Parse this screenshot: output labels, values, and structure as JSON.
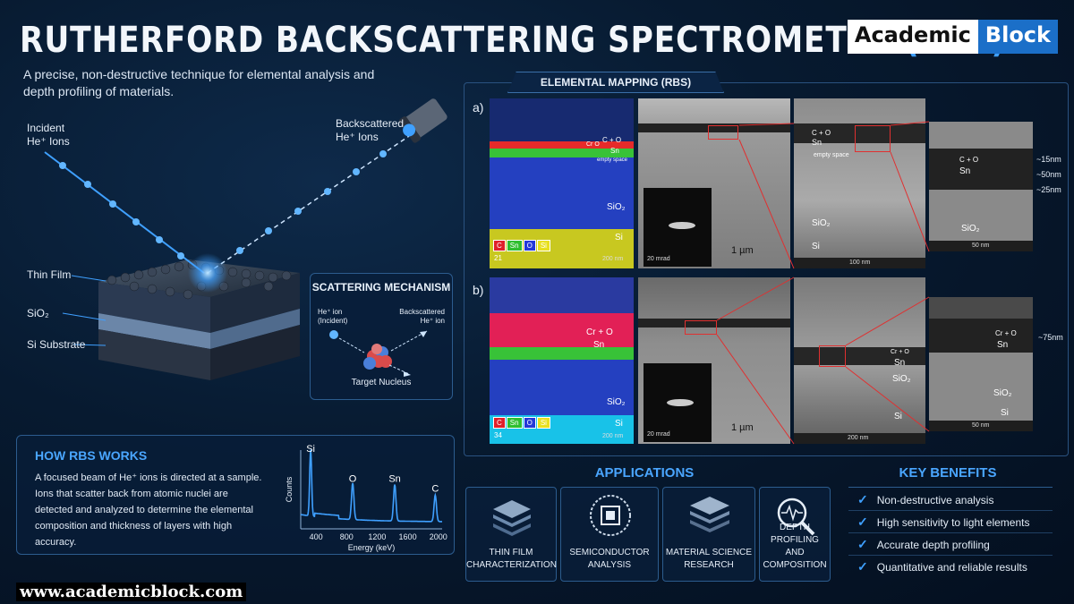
{
  "title_main": "RUTHERFORD BACKSCATTERING SPECTROMETRY",
  "title_accent": "(RBS)",
  "subtitle": "A precise, non-destructive technique for elemental analysis and depth profiling of materials.",
  "logo": {
    "part1": "Academic",
    "part2": "Block"
  },
  "illustration": {
    "incident": "Incident",
    "incident_ions": "He⁺ Ions",
    "backscattered": "Backscattered",
    "backscattered_ions": "He⁺ Ions",
    "thin_film": "Thin Film",
    "sio2": "SiO₂",
    "si_substrate": "Si Substrate"
  },
  "mechanism": {
    "title": "SCATTERING MECHANISM",
    "incident_1": "He⁺ ion",
    "incident_2": "(Incident)",
    "back_1": "Backscattered",
    "back_2": "He⁺ ion",
    "target": "Target Nucleus"
  },
  "how": {
    "title": "HOW RBS WORKS",
    "text": "A focused beam of He⁺ ions is directed at a sample. Ions that scatter back from atomic nuclei are detected and analyzed to determine the elemental composition and thickness of layers with high accuracy."
  },
  "chart_data": {
    "type": "line",
    "xlabel": "Energy (keV)",
    "ylabel": "Counts",
    "x_ticks": [
      "400",
      "800",
      "1200",
      "1600",
      "2000"
    ],
    "xlim": [
      200,
      2050
    ],
    "peaks": [
      {
        "label": "Si",
        "x": 330,
        "height": 1.0
      },
      {
        "label": "O",
        "x": 880,
        "height": 0.55
      },
      {
        "label": "Sn",
        "x": 1430,
        "height": 0.55
      },
      {
        "label": "C",
        "x": 1960,
        "height": 0.4
      }
    ]
  },
  "mapping": {
    "header": "ELEMENTAL MAPPING (RBS)",
    "row_a": {
      "label": "a)",
      "map_num": "21",
      "map_scale": "200 nm",
      "labels": {
        "crO_map": "C + O",
        "sn_map": "Sn",
        "empty": "empty space",
        "sio2": "SiO₂",
        "si": "Si",
        "cro_small": "Cr O"
      },
      "tem1_scale": "1 µm",
      "diff_scale": "20 mrad",
      "tem2": {
        "cro": "C + O",
        "sn": "Sn",
        "empty": "empty space",
        "sio2": "SiO₂",
        "si": "Si",
        "scale": "100 nm"
      },
      "tem3": {
        "cro": "C + O",
        "sn": "Sn",
        "sio2": "SiO₂",
        "scale": "50 nm"
      },
      "dims": [
        "~15nm",
        "~50nm",
        "~25nm"
      ]
    },
    "row_b": {
      "label": "b)",
      "map_num": "34",
      "map_scale": "200 nm",
      "labels": {
        "cro": "Cr + O",
        "sn": "Sn",
        "sio2": "SiO₂",
        "si": "Si"
      },
      "tem1_scale": "1 µm",
      "diff_scale": "20 mrad",
      "tem2": {
        "cro": "Cr + O",
        "sn": "Sn",
        "sio2": "SiO₂",
        "si": "Si",
        "scale": "200 nm"
      },
      "tem3": {
        "cro": "Cr + O",
        "sn": "Sn",
        "sio2": "SiO₂",
        "si": "Si",
        "scale": "50 nm"
      },
      "dims": [
        "~75nm"
      ]
    },
    "legend": [
      "C",
      "Sn",
      "O",
      "Si"
    ],
    "legend_colors": [
      "#e0202a",
      "#2fbf2f",
      "#2438d8",
      "#e8e020"
    ]
  },
  "applications": {
    "title": "APPLICATIONS",
    "items": [
      {
        "label1": "THIN FILM",
        "label2": "CHARACTERIZATION",
        "icon": "layers-icon"
      },
      {
        "label1": "SEMICONDUCTOR",
        "label2": "ANALYSIS",
        "icon": "chip-icon"
      },
      {
        "label1": "MATERIAL SCIENCE",
        "label2": "RESEARCH",
        "icon": "crystal-layers-icon"
      },
      {
        "label1": "DEPTH PROFILING",
        "label2": "AND COMPOSITION",
        "icon": "magnifier-pulse-icon"
      }
    ]
  },
  "benefits": {
    "title": "KEY BENEFITS",
    "items": [
      "Non-destructive analysis",
      "High sensitivity to light elements",
      "Accurate depth profiling",
      "Quantitative and reliable results"
    ]
  },
  "url": "www.academicblock.com",
  "colors": {
    "accent": "#3fa0ff",
    "background": "#071a30"
  }
}
